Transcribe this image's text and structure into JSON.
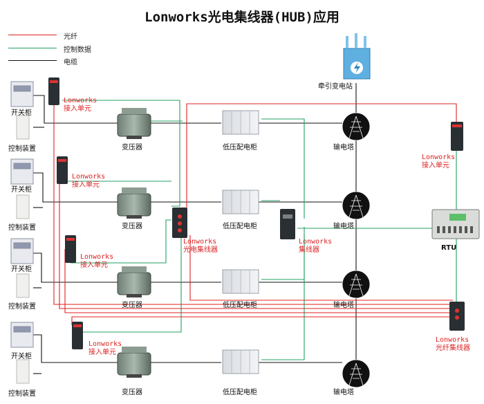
{
  "title": "Lonworks光电集线器(HUB)应用",
  "legend": [
    {
      "label": "光纤",
      "color": "#e02020"
    },
    {
      "label": "控制数据",
      "color": "#20a060"
    },
    {
      "label": "电缆",
      "color": "#111111"
    }
  ],
  "labels": {
    "switch_cabinet": "开关柜",
    "control_device": "控制装置",
    "transformer": "变压器",
    "lv_cabinet": "低压配电柜",
    "tower": "输电塔",
    "substation": "牵引变电站",
    "access_unit": "Lonworks\n接入单元",
    "optoelectronic_hub": "Lonworks\n光电集线器",
    "hub": "Lonworks\n集线器",
    "fiber_hub": "Lonworks\n光纤集线器",
    "rtu": "RTU"
  }
}
